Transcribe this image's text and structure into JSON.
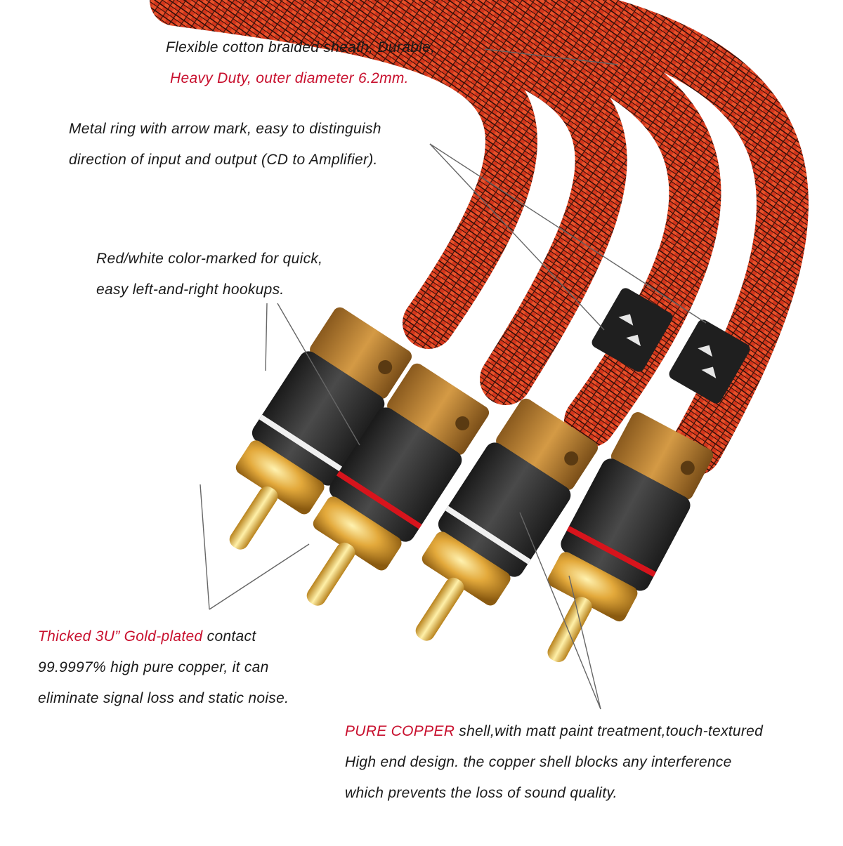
{
  "callouts": {
    "sheath": {
      "line1": "Flexible cotton braided sheath, Durable,",
      "line2": "Heavy Duty, outer diameter 6.2mm."
    },
    "ring": {
      "line1": "Metal ring with arrow mark, easy to distinguish",
      "line2": "direction of input and output (CD to Amplifier)."
    },
    "color": {
      "line1": "Red/white color-marked for quick,",
      "line2": "easy left-and-right hookups."
    },
    "gold": {
      "highlight": "Thicked 3U” Gold-plated",
      "rest": " contact",
      "line2": "99.9997% high pure copper, it can",
      "line3": "eliminate signal loss and static noise."
    },
    "shell": {
      "highlight": "PURE COPPER",
      "rest": " shell,with matt paint treatment,touch-textured",
      "line2": "High end design. the copper shell blocks any interference",
      "line3": "which prevents the loss of sound quality."
    }
  },
  "colors": {
    "accent_red": "#c8102e",
    "cable_red": "#d2361c",
    "cable_dark": "#2a0d08",
    "shell_black": "#2b2b2b",
    "gold": "#e0a43a",
    "copper_ring": "#b87a2c"
  }
}
